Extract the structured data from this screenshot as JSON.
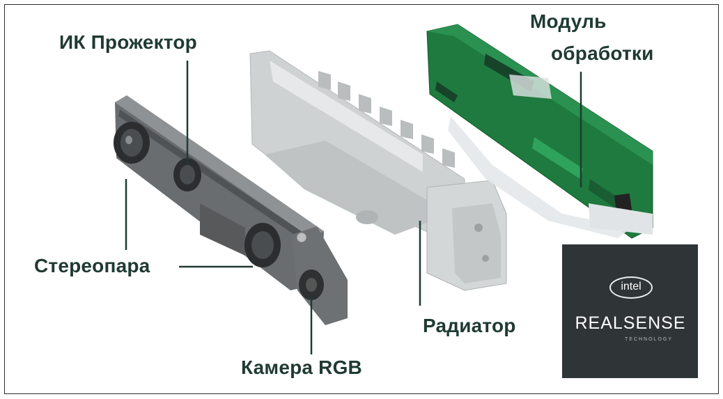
{
  "labels": {
    "ir_projector": "ИК Прожектор",
    "stereo_pair": "Стереопара",
    "rgb_camera": "Камера RGB",
    "radiator": "Радиатор",
    "processing_module_line1": "Модуль",
    "processing_module_line2": "обработки"
  },
  "logo": {
    "brand": "intel",
    "product": "REALSENSE",
    "sub": "TECHNOLOGY"
  },
  "colors": {
    "label_text": "#1f3a33",
    "pcb_green": "#1f7a3f",
    "metal": "#c8cbcc",
    "camera_body": "#5b5e60",
    "logo_bg": "#2f3436"
  }
}
